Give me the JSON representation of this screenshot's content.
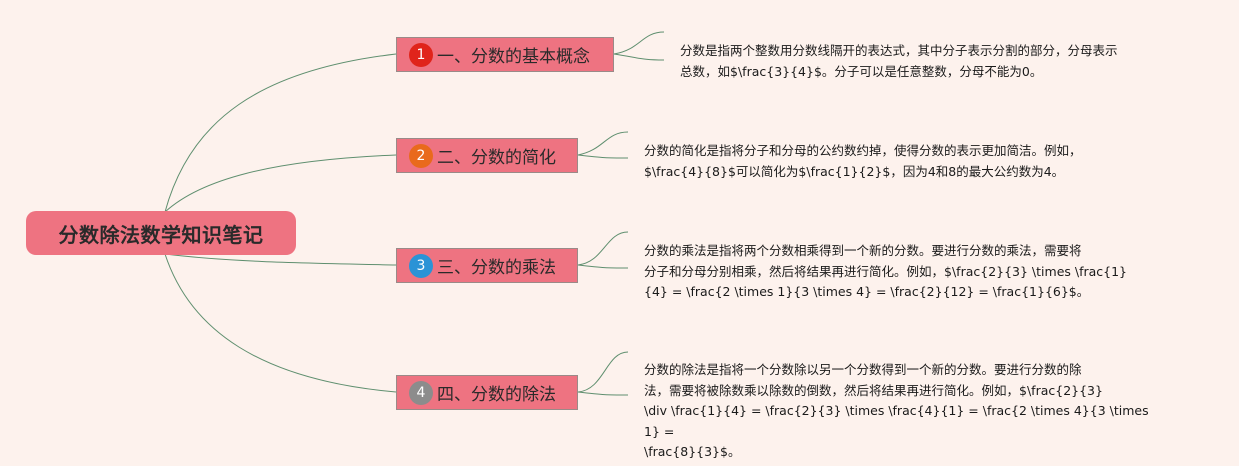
{
  "root": {
    "title": "分数除法数学知识笔记"
  },
  "branches": [
    {
      "number": "1",
      "badge_color": "#e0241b",
      "title": "一、分数的基本概念",
      "note_lines": [
        "分数是指两个整数用分数线隔开的表达式，其中分子表示分割的部分，分母表示",
        "总数，如$\\frac{3}{4}$。分子可以是任意整数，分母不能为0。"
      ]
    },
    {
      "number": "2",
      "badge_color": "#e96a1c",
      "title": "二、分数的简化",
      "note_lines": [
        "分数的简化是指将分子和分母的公约数约掉，使得分数的表示更加简洁。例如，",
        "$\\frac{4}{8}$可以简化为$\\frac{1}{2}$，因为4和8的最大公约数为4。"
      ]
    },
    {
      "number": "3",
      "badge_color": "#2b93d6",
      "title": "三、分数的乘法",
      "note_lines": [
        "分数的乘法是指将两个分数相乘得到一个新的分数。要进行分数的乘法，需要将",
        "分子和分母分别相乘，然后将结果再进行简化。例如，$\\frac{2}{3} \\times \\frac{1}",
        "{4} = \\frac{2 \\times 1}{3 \\times 4} = \\frac{2}{12} = \\frac{1}{6}$。"
      ]
    },
    {
      "number": "4",
      "badge_color": "#8c8c8c",
      "title": "四、分数的除法",
      "note_lines": [
        "分数的除法是指将一个分数除以另一个分数得到一个新的分数。要进行分数的除",
        "法，需要将被除数乘以除数的倒数，然后将结果再进行简化。例如，$\\frac{2}{3}",
        "\\div \\frac{1}{4} = \\frac{2}{3} \\times \\frac{4}{1} = \\frac{2 \\times 4}{3 \\times 1} =",
        "\\frac{8}{3}$。"
      ]
    }
  ]
}
